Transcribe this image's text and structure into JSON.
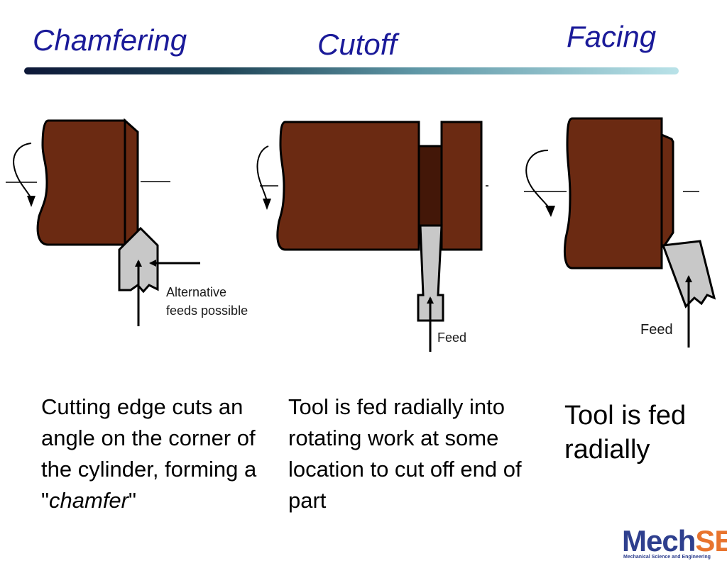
{
  "titles": {
    "chamfering": "Chamfering",
    "cutoff": "Cutoff",
    "facing": "Facing"
  },
  "figures": {
    "chamfering": {
      "label_line1": "Alternative",
      "label_line2": "feeds possible"
    },
    "cutoff": {
      "label": "Feed"
    },
    "facing": {
      "label": "Feed"
    }
  },
  "descriptions": {
    "chamfering": {
      "before": "Cutting edge cuts an angle on the corner of the cylinder, forming a \"",
      "emph": "chamfer",
      "after": "\""
    },
    "cutoff": "Tool is fed radially into rotating work at some location to cut off end of part",
    "facing": "Tool is fed radially"
  },
  "logo": {
    "mech": "Mech",
    "se": "SE",
    "subtitle": "Mechanical Science and Engineering"
  },
  "colors": {
    "title": "#1a1a99",
    "workpiece": "#6b2a12",
    "groove": "#431708",
    "tool": "#c8c8c8"
  }
}
